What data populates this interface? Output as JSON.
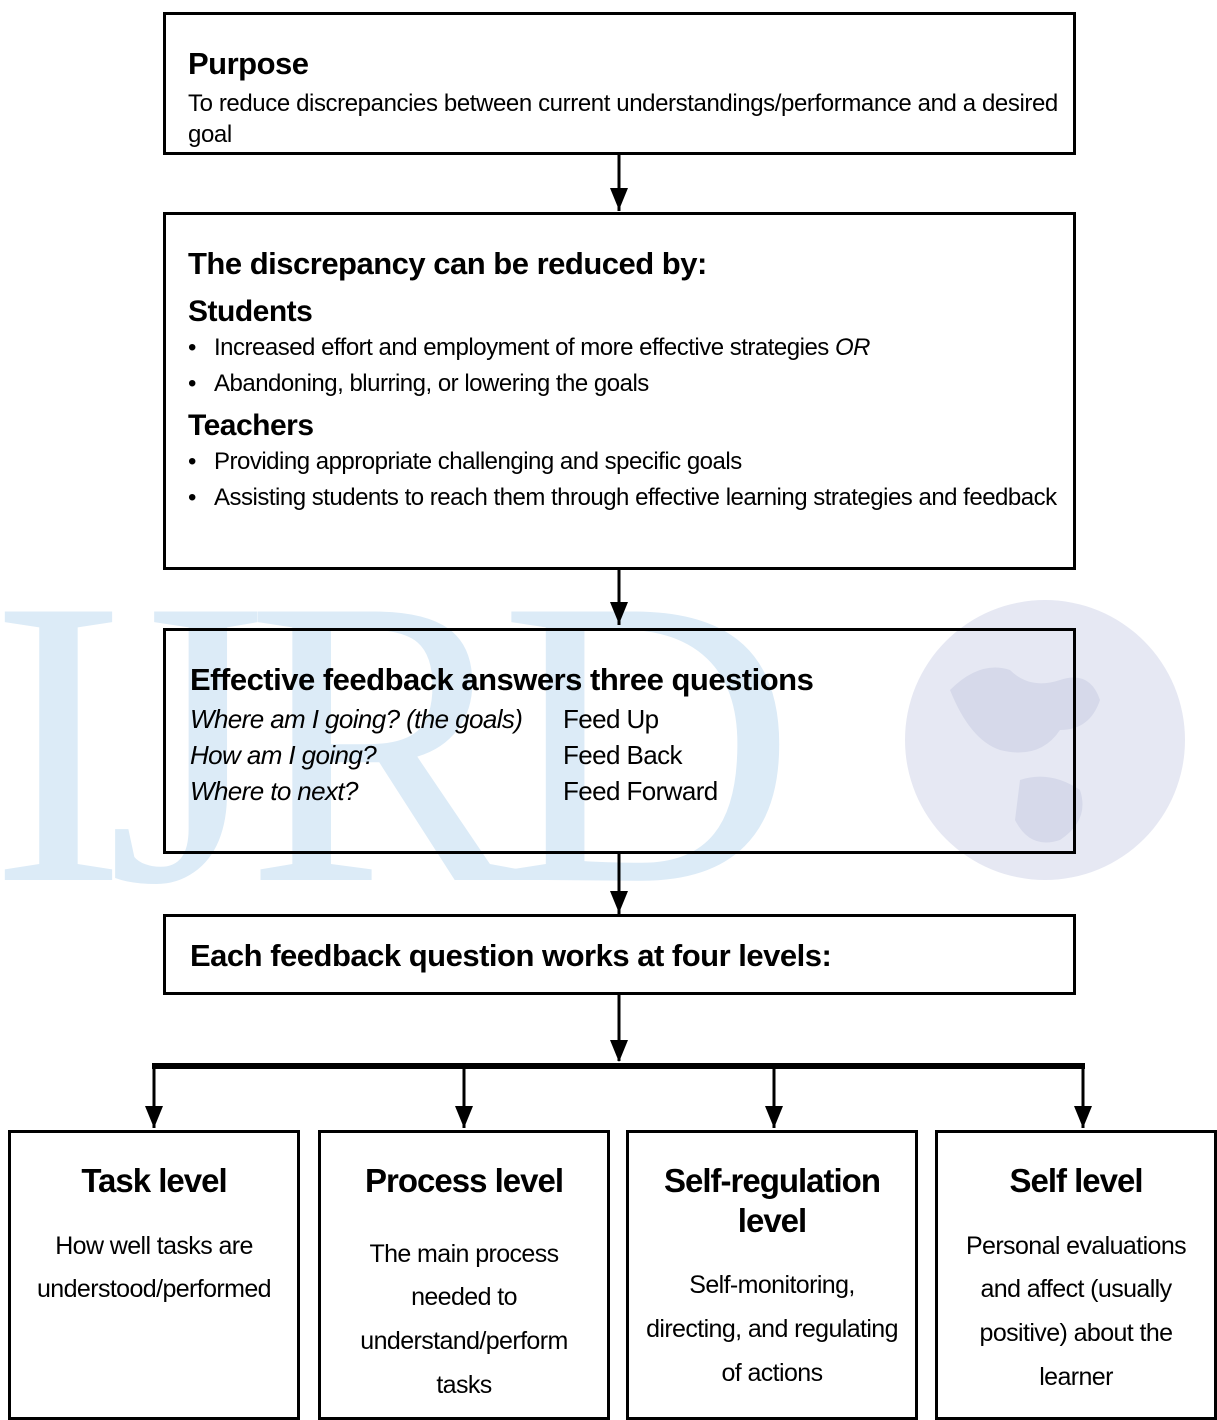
{
  "purpose": {
    "title": "Purpose",
    "text": "To reduce discrepancies between current understandings/performance and a desired goal"
  },
  "discrepancy": {
    "title": "The discrepancy can be reduced by:",
    "students": {
      "label": "Students",
      "items": [
        "Increased effort and employment of more effective strategies",
        "Abandoning, blurring, or lowering the goals"
      ],
      "or_label": "OR"
    },
    "teachers": {
      "label": "Teachers",
      "items": [
        "Providing appropriate challenging and specific goals",
        "Assisting students to reach them through effective learning strategies and feedback"
      ]
    }
  },
  "questions": {
    "title": "Effective feedback answers three questions",
    "rows": [
      {
        "question": "Where am I going? (the goals)",
        "answer": "Feed Up"
      },
      {
        "question": "How am I going?",
        "answer": "Feed Back"
      },
      {
        "question": "Where to next?",
        "answer": "Feed Forward"
      }
    ]
  },
  "levels_header": {
    "title": "Each feedback question works at four levels:"
  },
  "levels": [
    {
      "title": "Task level",
      "description": "How well tasks are understood/performed"
    },
    {
      "title": "Process level",
      "description": "The main process needed to understand/perform tasks"
    },
    {
      "title": "Self-regulation level",
      "description": "Self-monitoring, directing, and regulating of actions"
    },
    {
      "title": "Self level",
      "description": "Personal evaluations and affect (usually positive) about the learner"
    }
  ],
  "watermark": {
    "text": "IJRD",
    "color": "#dcebf7",
    "globe_color": "#e6e8f3"
  }
}
